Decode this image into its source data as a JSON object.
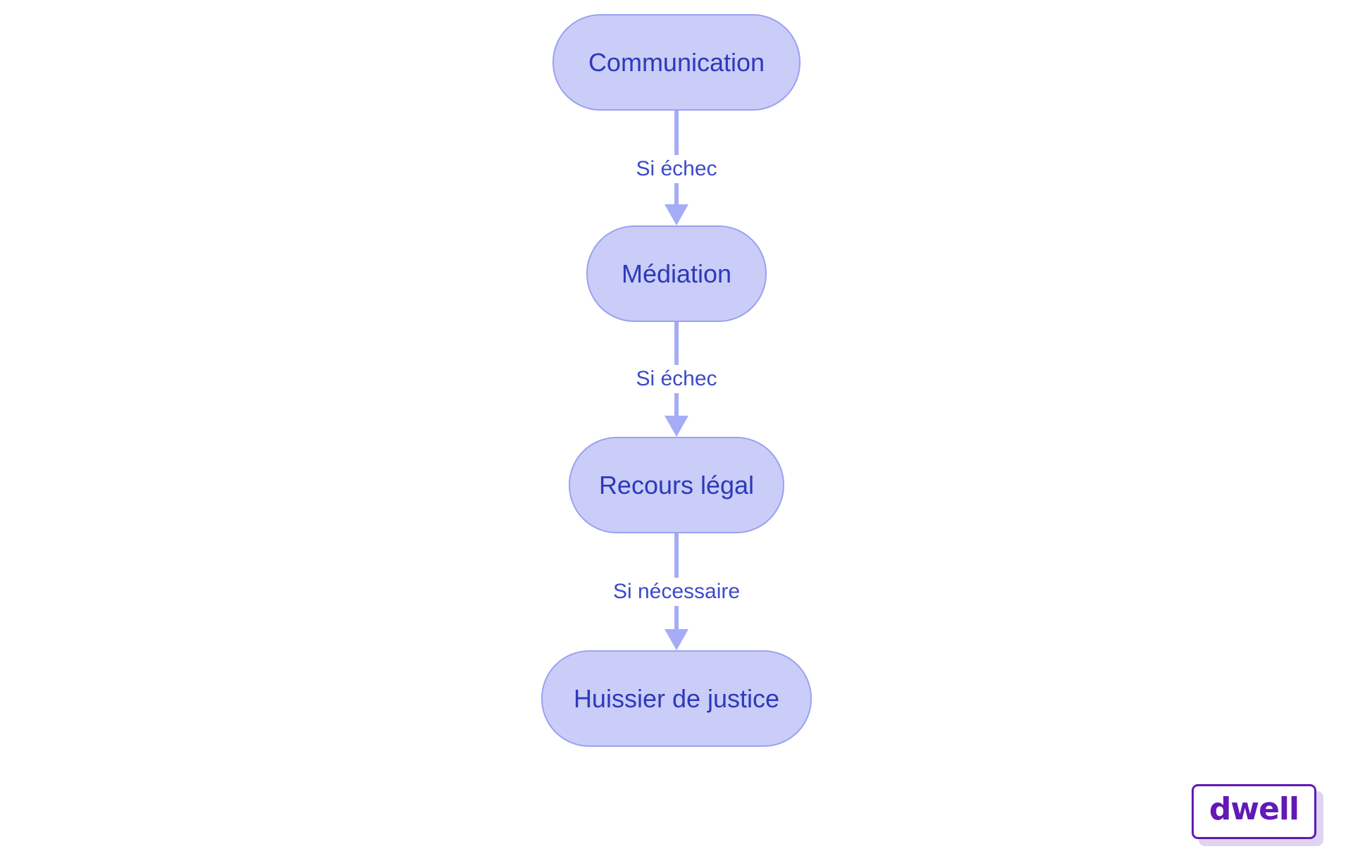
{
  "flowchart": {
    "direction": "top-to-bottom",
    "nodes": [
      {
        "id": "communication",
        "label": "Communication"
      },
      {
        "id": "mediation",
        "label": "Médiation"
      },
      {
        "id": "recours-legal",
        "label": "Recours légal"
      },
      {
        "id": "huissier-de-justice",
        "label": "Huissier de justice"
      }
    ],
    "edges": [
      {
        "from": "communication",
        "to": "mediation",
        "label": "Si échec"
      },
      {
        "from": "mediation",
        "to": "recours-legal",
        "label": "Si échec"
      },
      {
        "from": "recours-legal",
        "to": "huissier-de-justice",
        "label": "Si nécessaire"
      }
    ]
  },
  "branding": {
    "logo_text": "dwell"
  },
  "theme": {
    "canvas-bg": "#ffffff",
    "node-fill": "#cacdf8",
    "node-border": "#9aa2ef",
    "node-text": "#2d3ab8",
    "edge-line": "#a6acf6",
    "edge-label": "#3c49cc",
    "brand-purple": "#6219b5",
    "brand-shadow": "#ded4f3"
  }
}
